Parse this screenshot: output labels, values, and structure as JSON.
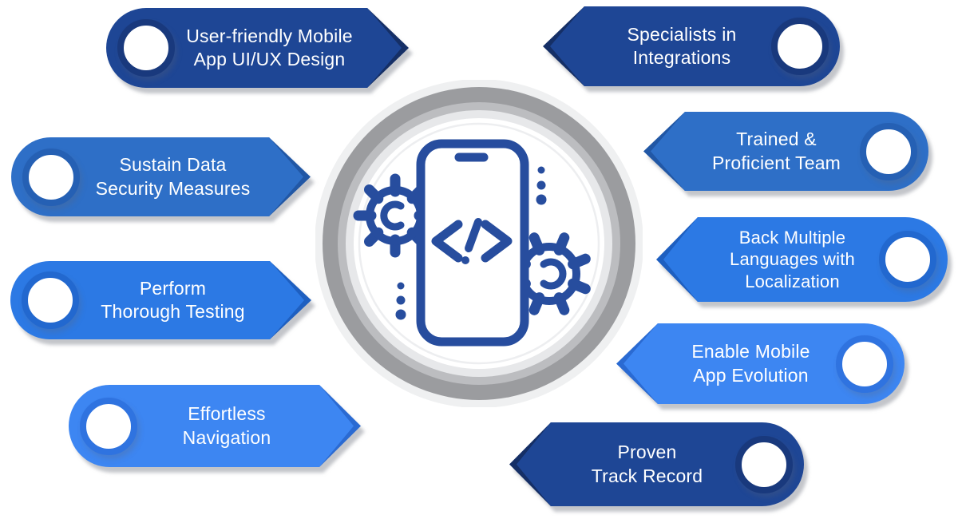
{
  "page": {
    "background": "#ffffff"
  },
  "palette": {
    "navy": {
      "fill": "#1e4695",
      "edge": "#152f66",
      "ring": "#19397d"
    },
    "medium": {
      "fill": "#2e6fc7",
      "edge": "#2157a5",
      "ring": "#2560b4"
    },
    "bright": {
      "fill": "#2c79e4",
      "edge": "#1e5fc0",
      "ring": "#2268cf"
    },
    "light": {
      "fill": "#3d86f2",
      "edge": "#2a6ad2",
      "ring": "#2f73e0"
    },
    "icon_blue": "#274d9e",
    "ring_gray": "#9b9c9f",
    "text": "#ffffff"
  },
  "banners": {
    "left": [
      {
        "label": "User-friendly Mobile\nApp UI/UX Design",
        "color": "#1e4695",
        "edge_color": "#152f66",
        "ring_color": "#19397d"
      },
      {
        "label": "Sustain Data\nSecurity Measures",
        "color": "#2e6fc7",
        "edge_color": "#2157a5",
        "ring_color": "#2560b4"
      },
      {
        "label": "Perform\nThorough Testing",
        "color": "#2c79e4",
        "edge_color": "#1e5fc0",
        "ring_color": "#2268cf"
      },
      {
        "label": "Effortless\nNavigation",
        "color": "#3d86f2",
        "edge_color": "#2a6ad2",
        "ring_color": "#2f73e0"
      }
    ],
    "right": [
      {
        "label": "Specialists in\nIntegrations",
        "color": "#1e4695",
        "edge_color": "#152f66",
        "ring_color": "#19397d"
      },
      {
        "label": "Trained &\nProficient Team",
        "color": "#2e6fc7",
        "edge_color": "#2157a5",
        "ring_color": "#2560b4"
      },
      {
        "label": "Back Multiple\nLanguages with\nLocalization",
        "color": "#2c79e4",
        "edge_color": "#1e5fc0",
        "ring_color": "#2268cf"
      },
      {
        "label": "Enable Mobile\nApp Evolution",
        "color": "#3d86f2",
        "edge_color": "#2a6ad2",
        "ring_color": "#2f73e0"
      },
      {
        "label": "Proven\nTrack Record",
        "color": "#1e4695",
        "edge_color": "#152f66",
        "ring_color": "#19397d"
      }
    ]
  },
  "center": {
    "icon": "mobile-app-development",
    "elements": [
      "smartphone-icon",
      "gear-icon",
      "gear-icon",
      "code-brackets-icon"
    ]
  }
}
